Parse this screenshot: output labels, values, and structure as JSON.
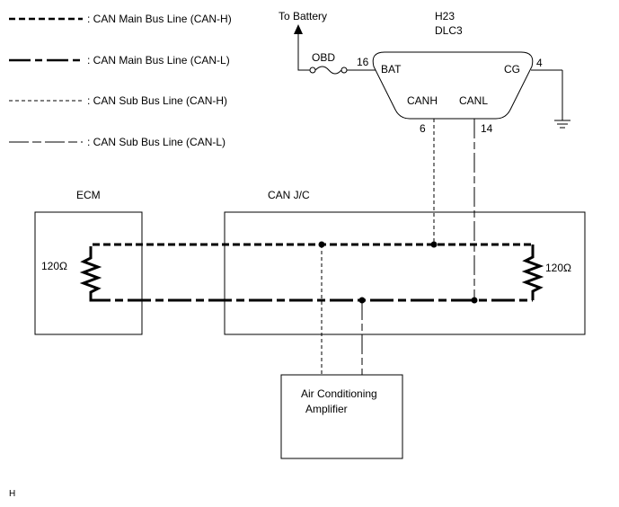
{
  "legend": [
    {
      "label": ": CAN Main Bus Line (CAN-H)"
    },
    {
      "label": ": CAN Main Bus Line (CAN-L)"
    },
    {
      "label": ": CAN Sub Bus Line (CAN-H)"
    },
    {
      "label": ": CAN Sub Bus Line (CAN-L)"
    }
  ],
  "battery_label": "To Battery",
  "connector": {
    "code": "H23",
    "name": "DLC3",
    "pin_bat": "BAT",
    "pin_cg": "CG",
    "pin_canh": "CANH",
    "pin_canl": "CANL",
    "num_bat": "16",
    "num_cg": "4",
    "num_canh": "6",
    "num_canl": "14"
  },
  "fuse_label": "OBD",
  "ecm": {
    "title": "ECM",
    "resistor": "120Ω"
  },
  "junction": {
    "title": "CAN J/C",
    "resistor": "120Ω"
  },
  "amplifier": {
    "line1": "Air Conditioning",
    "line2": "Amplifier"
  },
  "footer_code": "H"
}
